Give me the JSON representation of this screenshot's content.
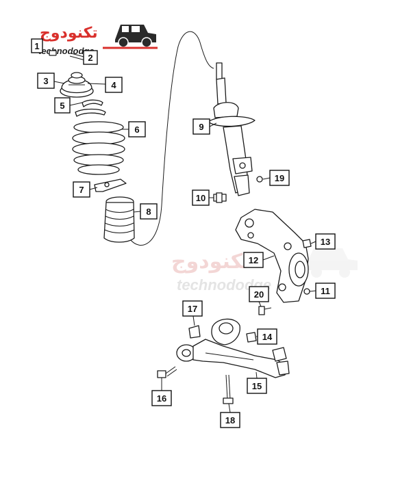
{
  "logo": {
    "arabic": "تكنودوج",
    "latin": "technododge"
  },
  "watermark": {
    "arabic": "تكنودوج",
    "latin": "technododge"
  },
  "callouts": [
    "1",
    "2",
    "3",
    "4",
    "5",
    "6",
    "7",
    "8",
    "9",
    "10",
    "11",
    "12",
    "13",
    "14",
    "15",
    "16",
    "17",
    "18",
    "19",
    "20"
  ]
}
